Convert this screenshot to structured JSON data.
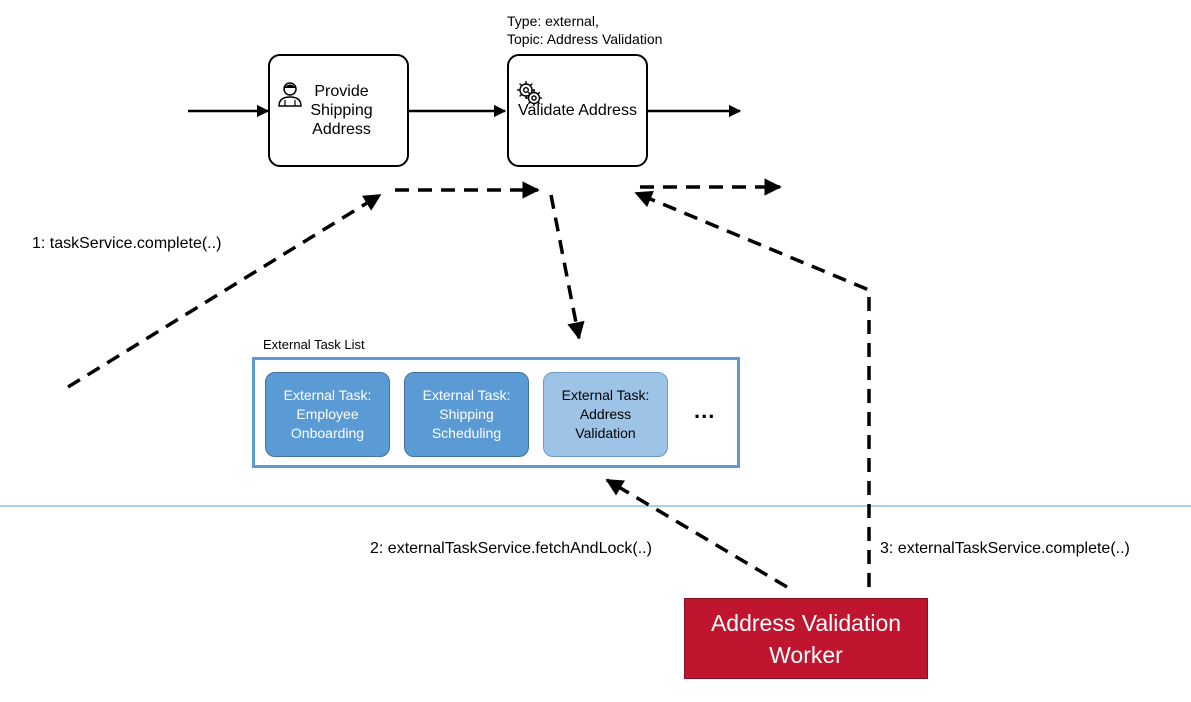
{
  "process": {
    "user_task": {
      "label": "Provide\nShipping\nAddress",
      "icon": "user-icon"
    },
    "service_task": {
      "label": "Validate Address",
      "icon": "gear-icon",
      "annotation": "Type: external,\nTopic: Address Validation"
    }
  },
  "external_task_list": {
    "title": "External Task List",
    "tasks": [
      {
        "label": "External Task:\nEmployee\nOnboarding",
        "style": "dark"
      },
      {
        "label": "External Task:\nShipping\nScheduling",
        "style": "dark"
      },
      {
        "label": "External Task:\nAddress\nValidation",
        "style": "highlighted"
      }
    ],
    "more": "..."
  },
  "calls": {
    "step1": "1: taskService.complete(..)",
    "step2": "2: externalTaskService.fetchAndLock(..)",
    "step3": "3: externalTaskService.complete(..)"
  },
  "worker": {
    "label": "Address Validation\nWorker"
  },
  "colors": {
    "list_border": "#5b9bd5",
    "task_dark": "#5b9bd5",
    "task_highlight": "#9dc3e6",
    "worker": "#c0152f",
    "divider": "#5b9bd5"
  }
}
